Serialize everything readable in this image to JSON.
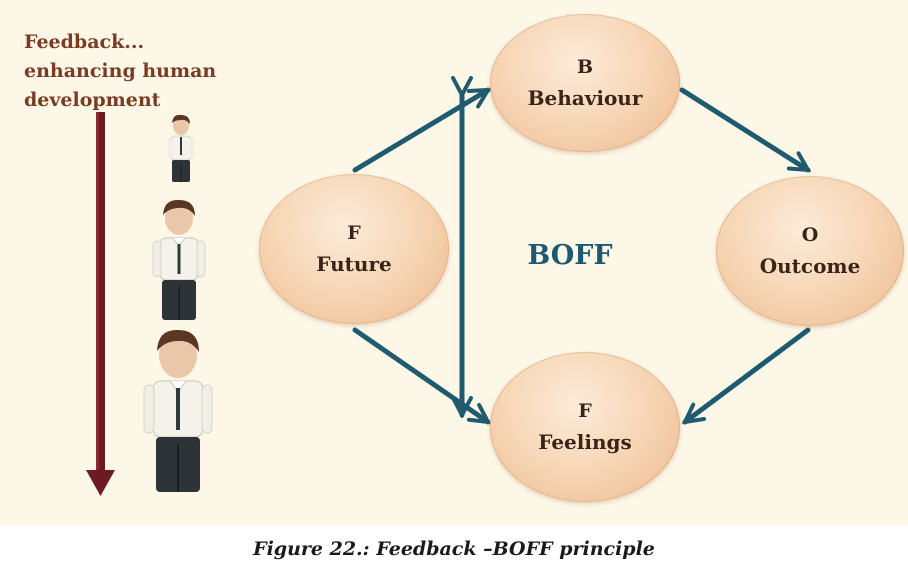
{
  "side_text": {
    "lines": [
      "Feedback...",
      "enhancing human",
      "development"
    ]
  },
  "nodes": {
    "behaviour": {
      "letter": "B",
      "word": "Behaviour"
    },
    "future": {
      "letter": "F",
      "word": "Future"
    },
    "outcome": {
      "letter": "O",
      "word": "Outcome"
    },
    "feelings": {
      "letter": "F",
      "word": "Feelings"
    }
  },
  "center_label": "BOFF",
  "caption": "Figure 22.: Feedback –BOFF principle",
  "colors": {
    "arrow": "#1f5b6e",
    "down_arrow": "#6e1a22",
    "side_text": "#7a3b22",
    "center_label": "#1d5a72",
    "node_fill": "#f6d3b1",
    "background": "#fdf7e8"
  },
  "figures": [
    "person-small",
    "person-medium",
    "person-large"
  ]
}
